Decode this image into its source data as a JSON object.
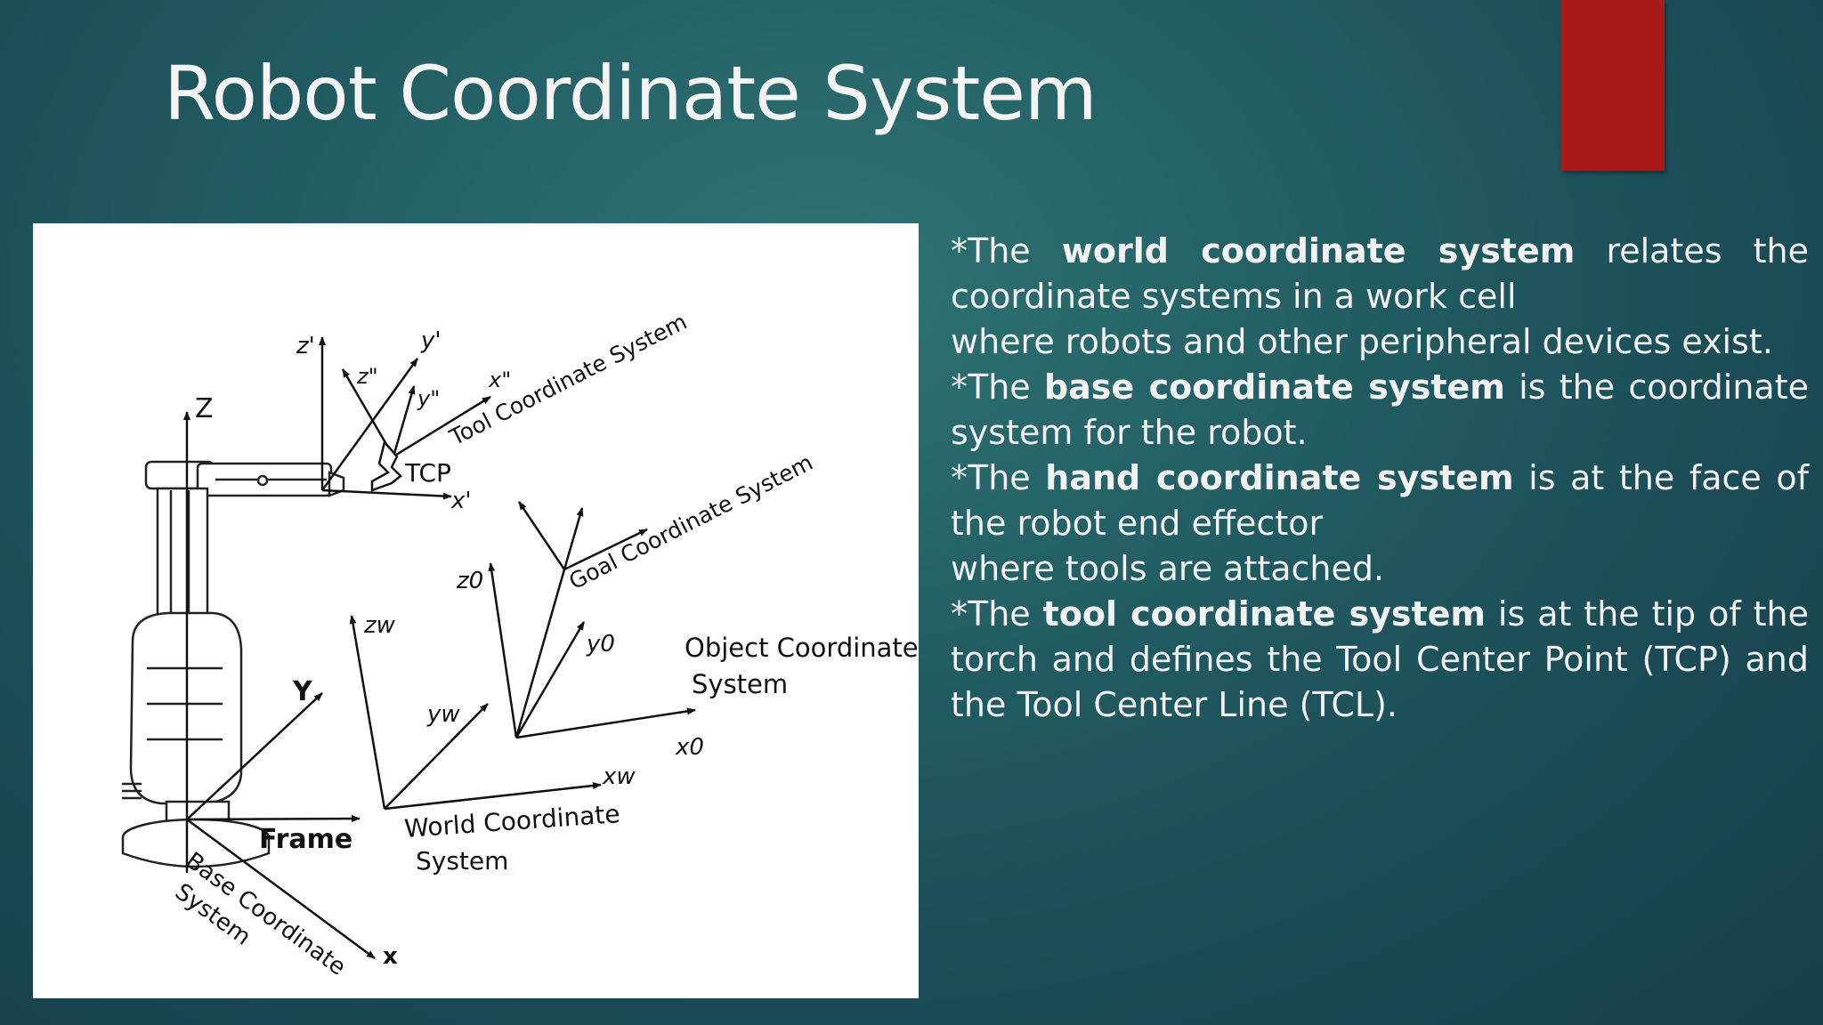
{
  "slide": {
    "title": "Robot Coordinate System",
    "accent_color": "#a8191a",
    "background_color": "#1f5560"
  },
  "diagram": {
    "labels": {
      "z_base": "Z",
      "y_base": "Y",
      "x_base": "x",
      "frame": "Frame",
      "base_system_line1": "Base Coordinate",
      "base_system_line2": "System",
      "z_prime": "z'",
      "y_prime": "y'",
      "x_prime": "x'",
      "z_dprime": "z\"",
      "y_dprime": "y\"",
      "x_dprime": "x\"",
      "tcp": "TCP",
      "tool_system": "Tool Coordinate System",
      "goal_system": "Goal Coordinate System",
      "z0": "z0",
      "y0": "y0",
      "x0": "x0",
      "object_system_line1": "Object Coordinate",
      "object_system_line2": "System",
      "zw": "zw",
      "yw": "yw",
      "xw": "xw",
      "world_system_line1": "World Coordinate",
      "world_system_line2": "System"
    }
  },
  "paragraphs": [
    {
      "prefix": "*The ",
      "bold": "world coordinate system",
      "suffix": " relates the coordinate systems in a work cell"
    },
    {
      "text": "where robots and other peripheral devices exist."
    },
    {
      "prefix": "*The ",
      "bold": "base coordinate system",
      "suffix": " is the coordinate system for the robot."
    },
    {
      "prefix": "*The ",
      "bold": "hand coordinate system",
      "suffix": " is at the face of the robot end effector"
    },
    {
      "text": "where tools are attached."
    },
    {
      "prefix": "*The ",
      "bold": "tool coordinate system",
      "suffix": " is at the tip of the torch and defines the Tool Center Point (TCP) and the Tool Center Line (TCL)."
    }
  ]
}
